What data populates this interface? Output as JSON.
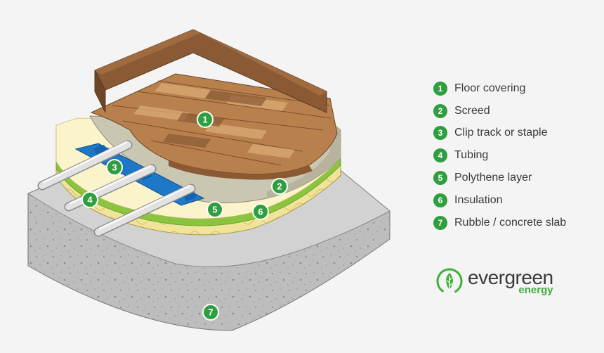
{
  "legend": [
    {
      "number": "1",
      "label": "Floor covering"
    },
    {
      "number": "2",
      "label": "Screed"
    },
    {
      "number": "3",
      "label": "Clip track or staple"
    },
    {
      "number": "4",
      "label": "Tubing"
    },
    {
      "number": "5",
      "label": "Polythene layer"
    },
    {
      "number": "6",
      "label": "Insulation"
    },
    {
      "number": "7",
      "label": "Rubble / concrete slab"
    }
  ],
  "logo": {
    "word": "evergreen",
    "sub": "energy"
  },
  "colors": {
    "badge": "#2e9e3e",
    "wood_light": "#c8915d",
    "wood_dark": "#8a5a35",
    "screed": "#c9c6b1",
    "polythene": "#8bc53f",
    "insulation": "#f2e6a0",
    "slab": "#b9b9b9",
    "tube": "#d8d8d8",
    "clip": "#1e78c8",
    "logo_green": "#3fae3a"
  }
}
